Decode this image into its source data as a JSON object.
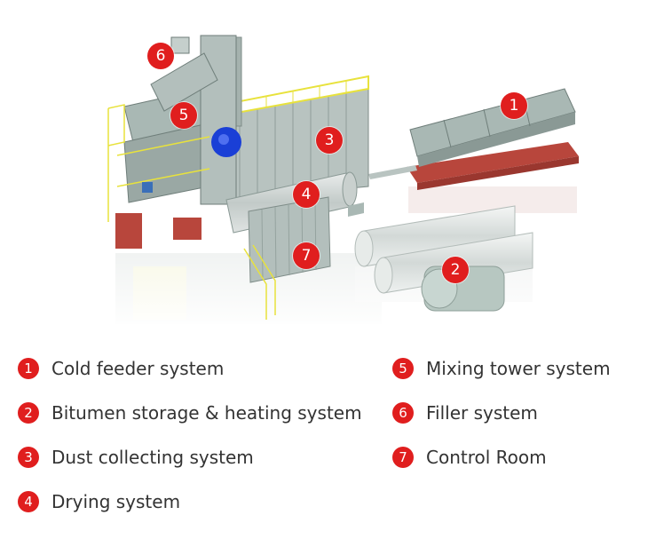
{
  "diagram": {
    "markers": [
      {
        "id": "1"
      },
      {
        "id": "2"
      },
      {
        "id": "3"
      },
      {
        "id": "4"
      },
      {
        "id": "5"
      },
      {
        "id": "6"
      },
      {
        "id": "7"
      }
    ]
  },
  "legend": {
    "items": [
      {
        "num": "1",
        "label": "Cold feeder system"
      },
      {
        "num": "2",
        "label": "Bitumen storage & heating system"
      },
      {
        "num": "3",
        "label": "Dust collecting system"
      },
      {
        "num": "4",
        "label": "Drying system"
      },
      {
        "num": "5",
        "label": "Mixing tower system"
      },
      {
        "num": "6",
        "label": "Filler system"
      },
      {
        "num": "7",
        "label": "Control Room"
      }
    ]
  },
  "colors": {
    "marker": "#e01e1e",
    "steel": "#a9b8b4",
    "rail": "#e8e23c",
    "base": "#b8463c",
    "fan": "#1a3fd6"
  }
}
